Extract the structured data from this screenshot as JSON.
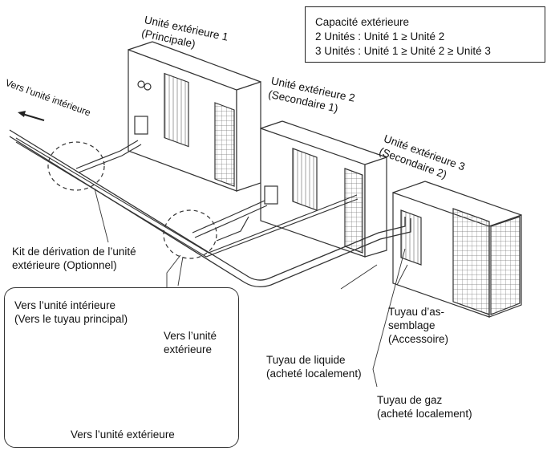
{
  "capacity_box": {
    "title": "Capacité extérieure",
    "line2": "2 Unités : Unité 1 ≥ Unité 2",
    "line3": "3 Unités : Unité 1 ≥ Unité 2 ≥ Unité 3"
  },
  "units": {
    "unit1_line1": "Unité extérieure 1",
    "unit1_line2": "(Principale)",
    "unit2_line1": "Unité extérieure 2",
    "unit2_line2": "(Secondaire 1)",
    "unit3_line1": "Unité extérieure 3",
    "unit3_line2": "(Secondaire 2)"
  },
  "labels": {
    "to_indoor_tilted": "Vers l’unité intérieure",
    "branch_kit_line1": "Kit de dérivation de l’unité",
    "branch_kit_line2": "extérieure (Optionnel)",
    "liquid_pipe_line1": "Tuyau de liquide",
    "liquid_pipe_line2": "(acheté localement)",
    "gas_pipe_line1": "Tuyau de gaz",
    "gas_pipe_line2": "(acheté localement)",
    "assembly_pipe_line1": "Tuyau d’as-",
    "assembly_pipe_line2": "semblage",
    "assembly_pipe_line3": "(Accessoire)"
  },
  "inset": {
    "indoor_line1": "Vers l’unité intérieure",
    "indoor_line2": "(Vers le tuyau principal)",
    "outdoor_right_line1": "Vers l’unité",
    "outdoor_right_line2": "extérieure",
    "outdoor_bottom": "Vers l’unité extérieure"
  }
}
